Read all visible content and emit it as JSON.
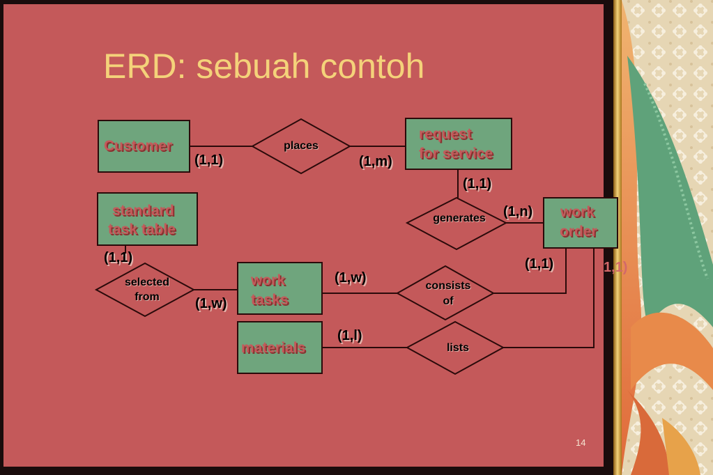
{
  "slide": {
    "title": "ERD: sebuah contoh",
    "page_number": "14"
  },
  "colors": {
    "background": "#c4595a",
    "entity_fill": "#6fa57d",
    "entity_text": "#c4595a",
    "title": "#f4d27a",
    "line": "#2a0a0a"
  },
  "entities": {
    "customer": "Customer",
    "request_line1": "request",
    "request_line2": "for service",
    "standard_line1": "standard",
    "standard_line2": "task table",
    "work_order_line1": "work",
    "work_order_line2": "order",
    "work_tasks_line1": "work",
    "work_tasks_line2": "tasks",
    "materials": "materials"
  },
  "relationships": {
    "places": "places",
    "generates": "generates",
    "selected_line1": "selected",
    "selected_line2": "from",
    "consists_line1": "consists",
    "consists_line2": "of",
    "lists": "lists"
  },
  "cardinalities": {
    "customer_places": "(1,1)",
    "places_request": "(1,m)",
    "request_generates": "(1,1)",
    "generates_workorder": "(1,n)",
    "workorder_consists": "(1,1)",
    "workorder_lists_partial": "1,1)",
    "standard_selected": "(1,1)",
    "selected_worktasks": "(1,w)",
    "worktasks_consists": "(1,w)",
    "materials_lists": "(1,l)"
  }
}
